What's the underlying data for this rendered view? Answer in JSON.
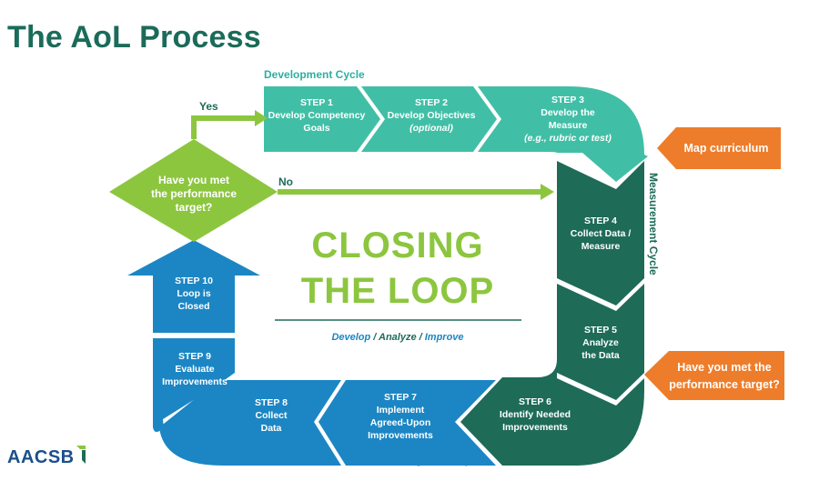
{
  "title": "The AoL Process",
  "cycles": {
    "development": "Development Cycle",
    "measurement": "Measurement Cycle",
    "closing": "Closing the Loop"
  },
  "steps": [
    {
      "step": "STEP 1",
      "lines": [
        "Develop Competency",
        "Goals"
      ]
    },
    {
      "step": "STEP 2",
      "lines": [
        "Develop Objectives",
        "(optional)"
      ]
    },
    {
      "step": "STEP 3",
      "lines": [
        "Develop the",
        "Measure",
        "(e.g., rubric or test)"
      ]
    },
    {
      "step": "STEP 4",
      "lines": [
        "Collect Data /",
        "Measure"
      ]
    },
    {
      "step": "STEP 5",
      "lines": [
        "Analyze",
        "the Data"
      ]
    },
    {
      "step": "STEP 6",
      "lines": [
        "Identify Needed",
        "Improvements"
      ]
    },
    {
      "step": "STEP 7",
      "lines": [
        "Implement",
        "Agreed-Upon",
        "Improvements"
      ]
    },
    {
      "step": "STEP 8",
      "lines": [
        "Collect",
        "Data"
      ]
    },
    {
      "step": "STEP 9",
      "lines": [
        "Evaluate",
        "Improvements"
      ]
    },
    {
      "step": "STEP 10",
      "lines": [
        "Loop is",
        "Closed"
      ]
    }
  ],
  "decision": {
    "lines": [
      "Have you met",
      "the performance",
      "target?"
    ],
    "yes": "Yes",
    "no": "No"
  },
  "center": {
    "line1": "CLOSING",
    "line2": "THE LOOP",
    "sub_a": "Develop",
    "sep1": " / ",
    "sub_b": "Analyze",
    "sep2": " / ",
    "sub_c": "Improve"
  },
  "callouts": {
    "map": "Map curriculum",
    "target_line1": "Have you met the",
    "target_line2": "performance target?"
  },
  "logo": "AACSB",
  "colors": {
    "title": "#1b6b5a",
    "teal": "#41bfa6",
    "dark_green": "#1e6b58",
    "blue": "#1c86c4",
    "lime": "#8cc63f",
    "orange": "#ee7d2b"
  }
}
